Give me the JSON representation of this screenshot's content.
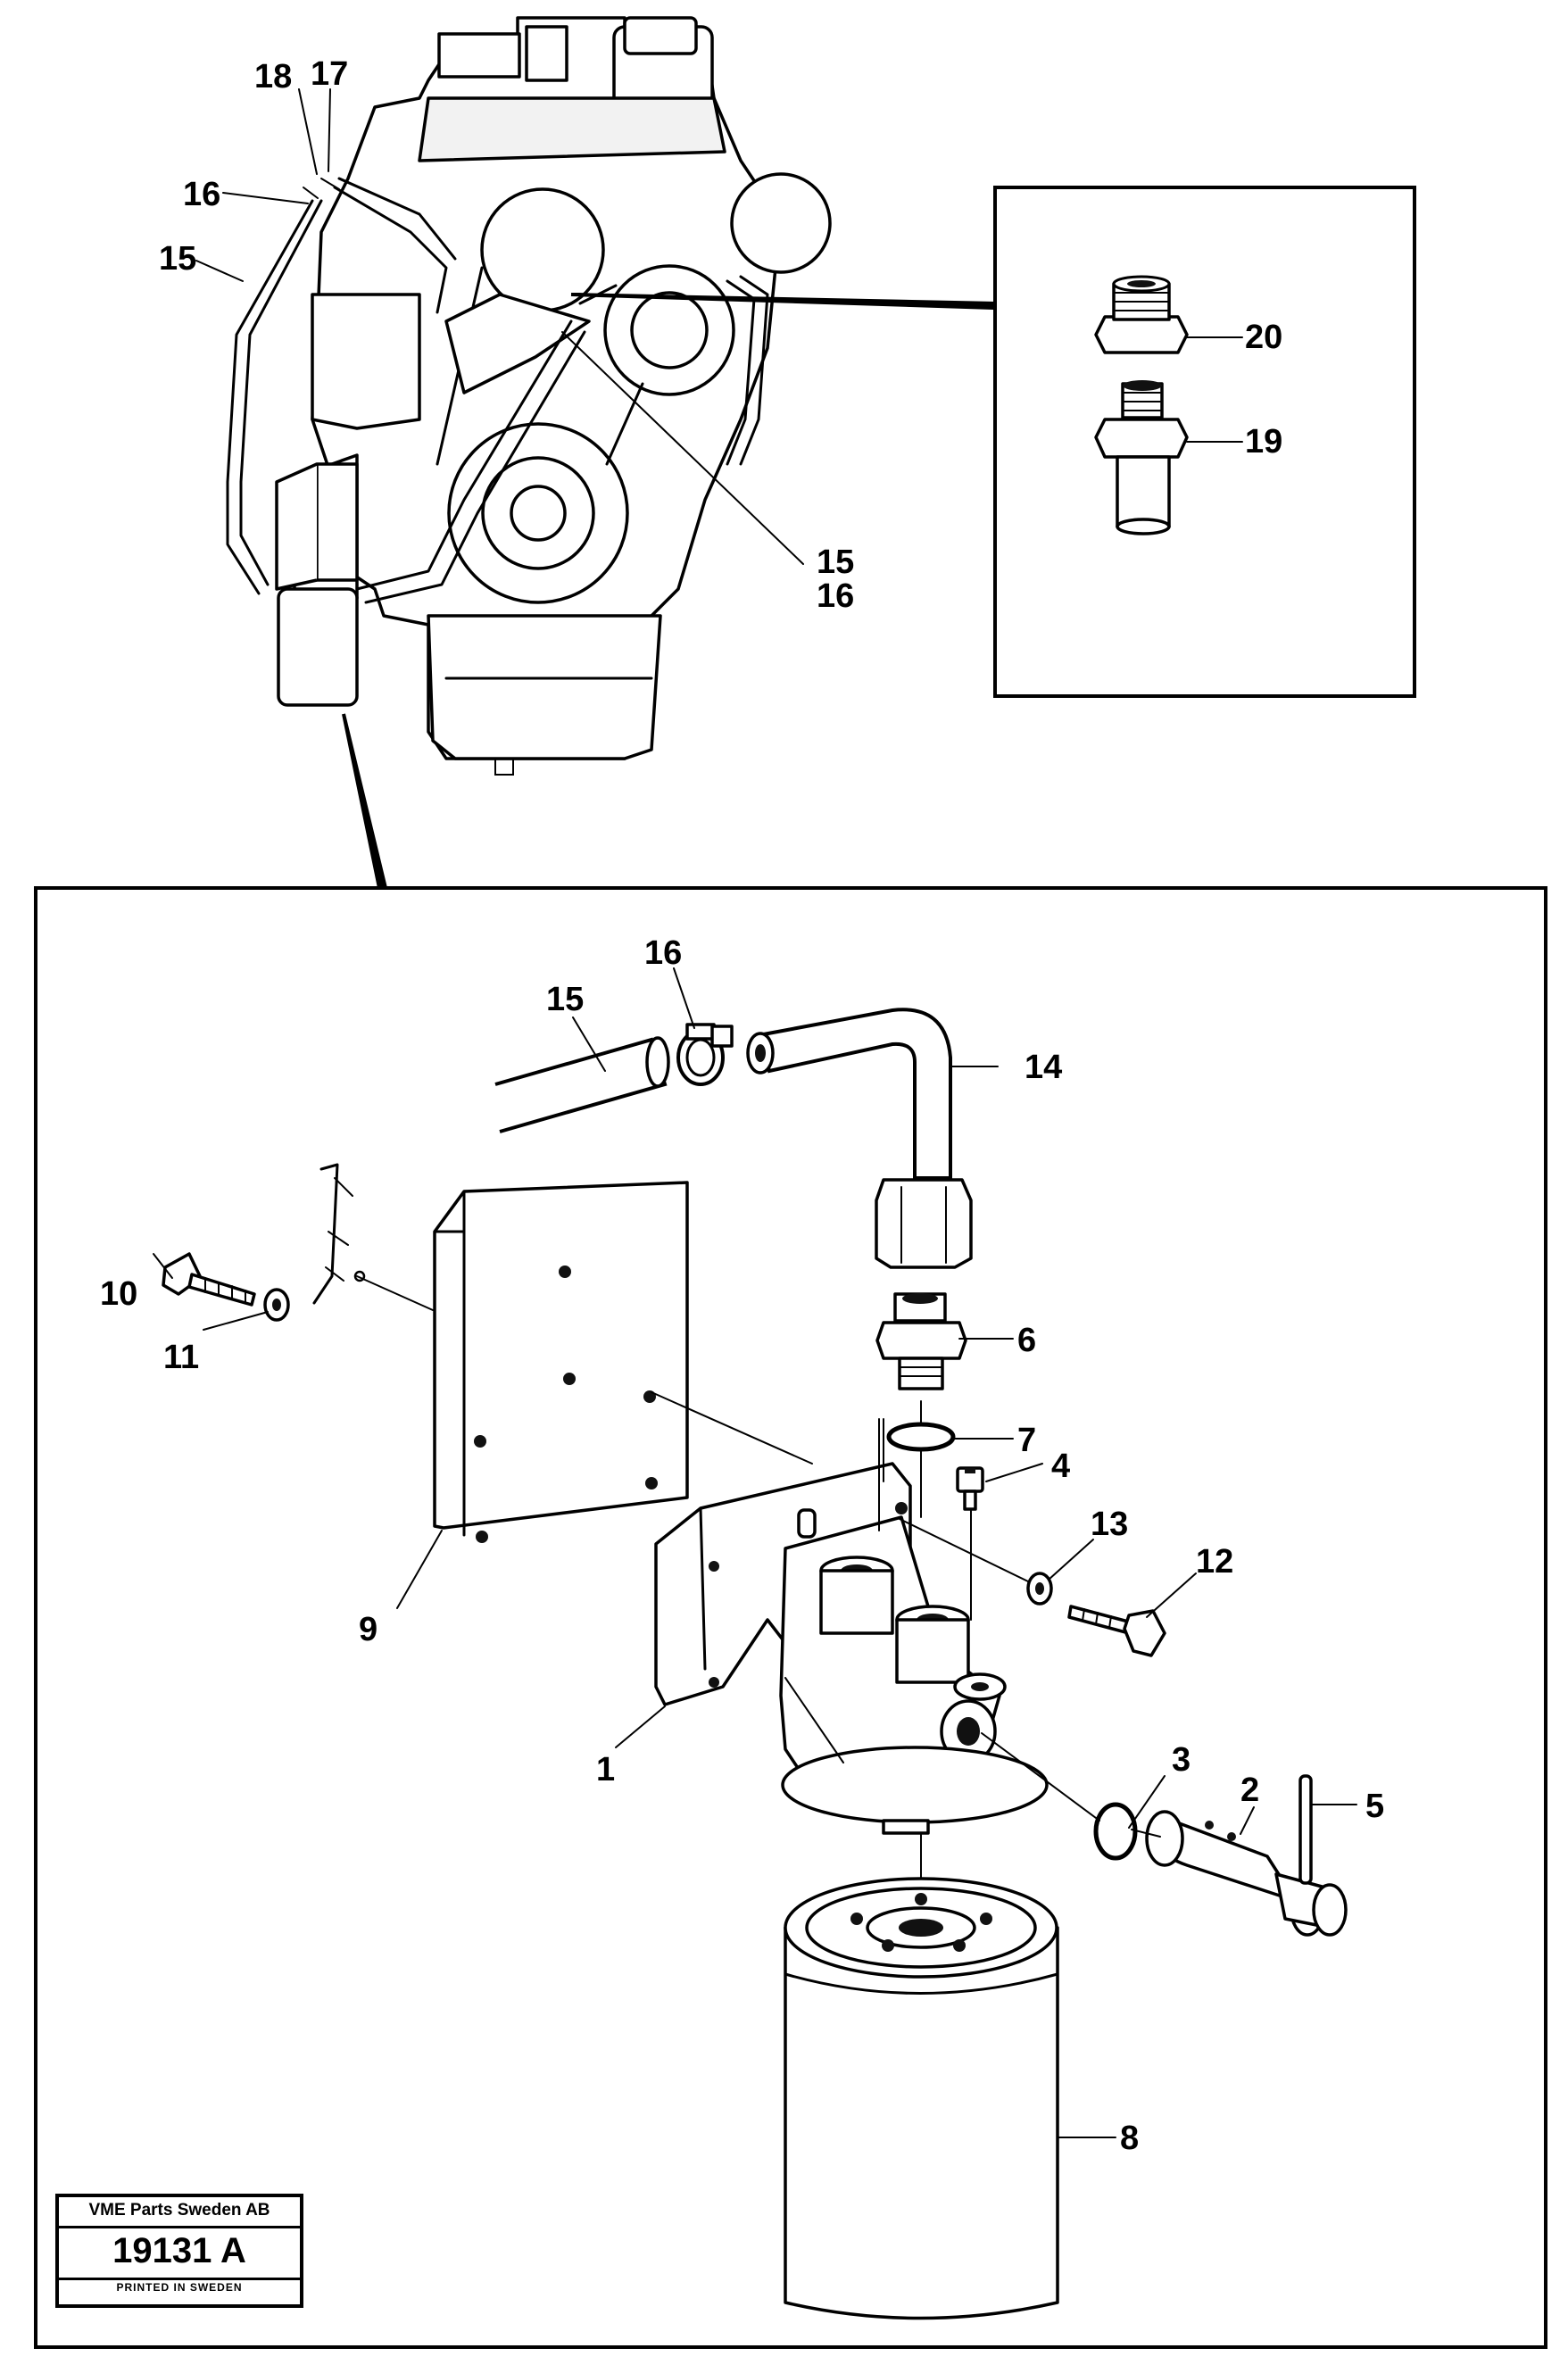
{
  "callouts": {
    "engine": {
      "c18": "18",
      "c17": "17",
      "c16a": "16",
      "c15a": "15",
      "c15b": "15",
      "c16b": "16"
    },
    "inset": {
      "c20": "20",
      "c19": "19"
    },
    "detail": {
      "c16": "16",
      "c15": "15",
      "c14": "14",
      "c10": "10",
      "c11": "11",
      "c6": "6",
      "c7": "7",
      "c4": "4",
      "c13": "13",
      "c12": "12",
      "c9": "9",
      "c1": "1",
      "c3": "3",
      "c2": "2",
      "c5": "5",
      "c8": "8"
    }
  },
  "stamp": {
    "company": "VME Parts Sweden AB",
    "number": "19131 A",
    "printed": "PRINTED IN SWEDEN"
  }
}
